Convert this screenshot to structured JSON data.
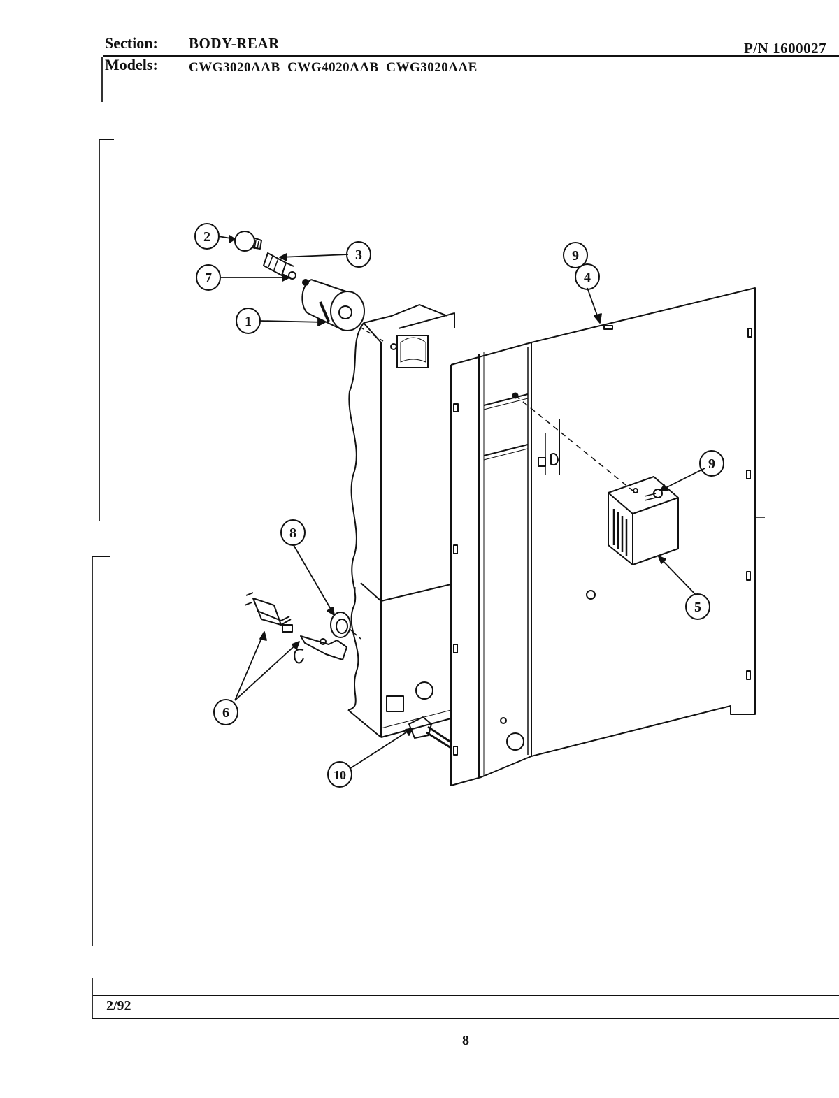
{
  "header": {
    "section_label": "Section:",
    "section_value": "BODY-REAR",
    "part_number": "P/N 1600027",
    "models_label": "Models:",
    "models_value": "CWG3020AAB  CWG4020AAB  CWG3020AAE"
  },
  "callouts": [
    "1",
    "2",
    "3",
    "4",
    "5",
    "6",
    "7",
    "8",
    "9",
    "10"
  ],
  "footer": {
    "date": "2/92",
    "page_number": "8"
  }
}
